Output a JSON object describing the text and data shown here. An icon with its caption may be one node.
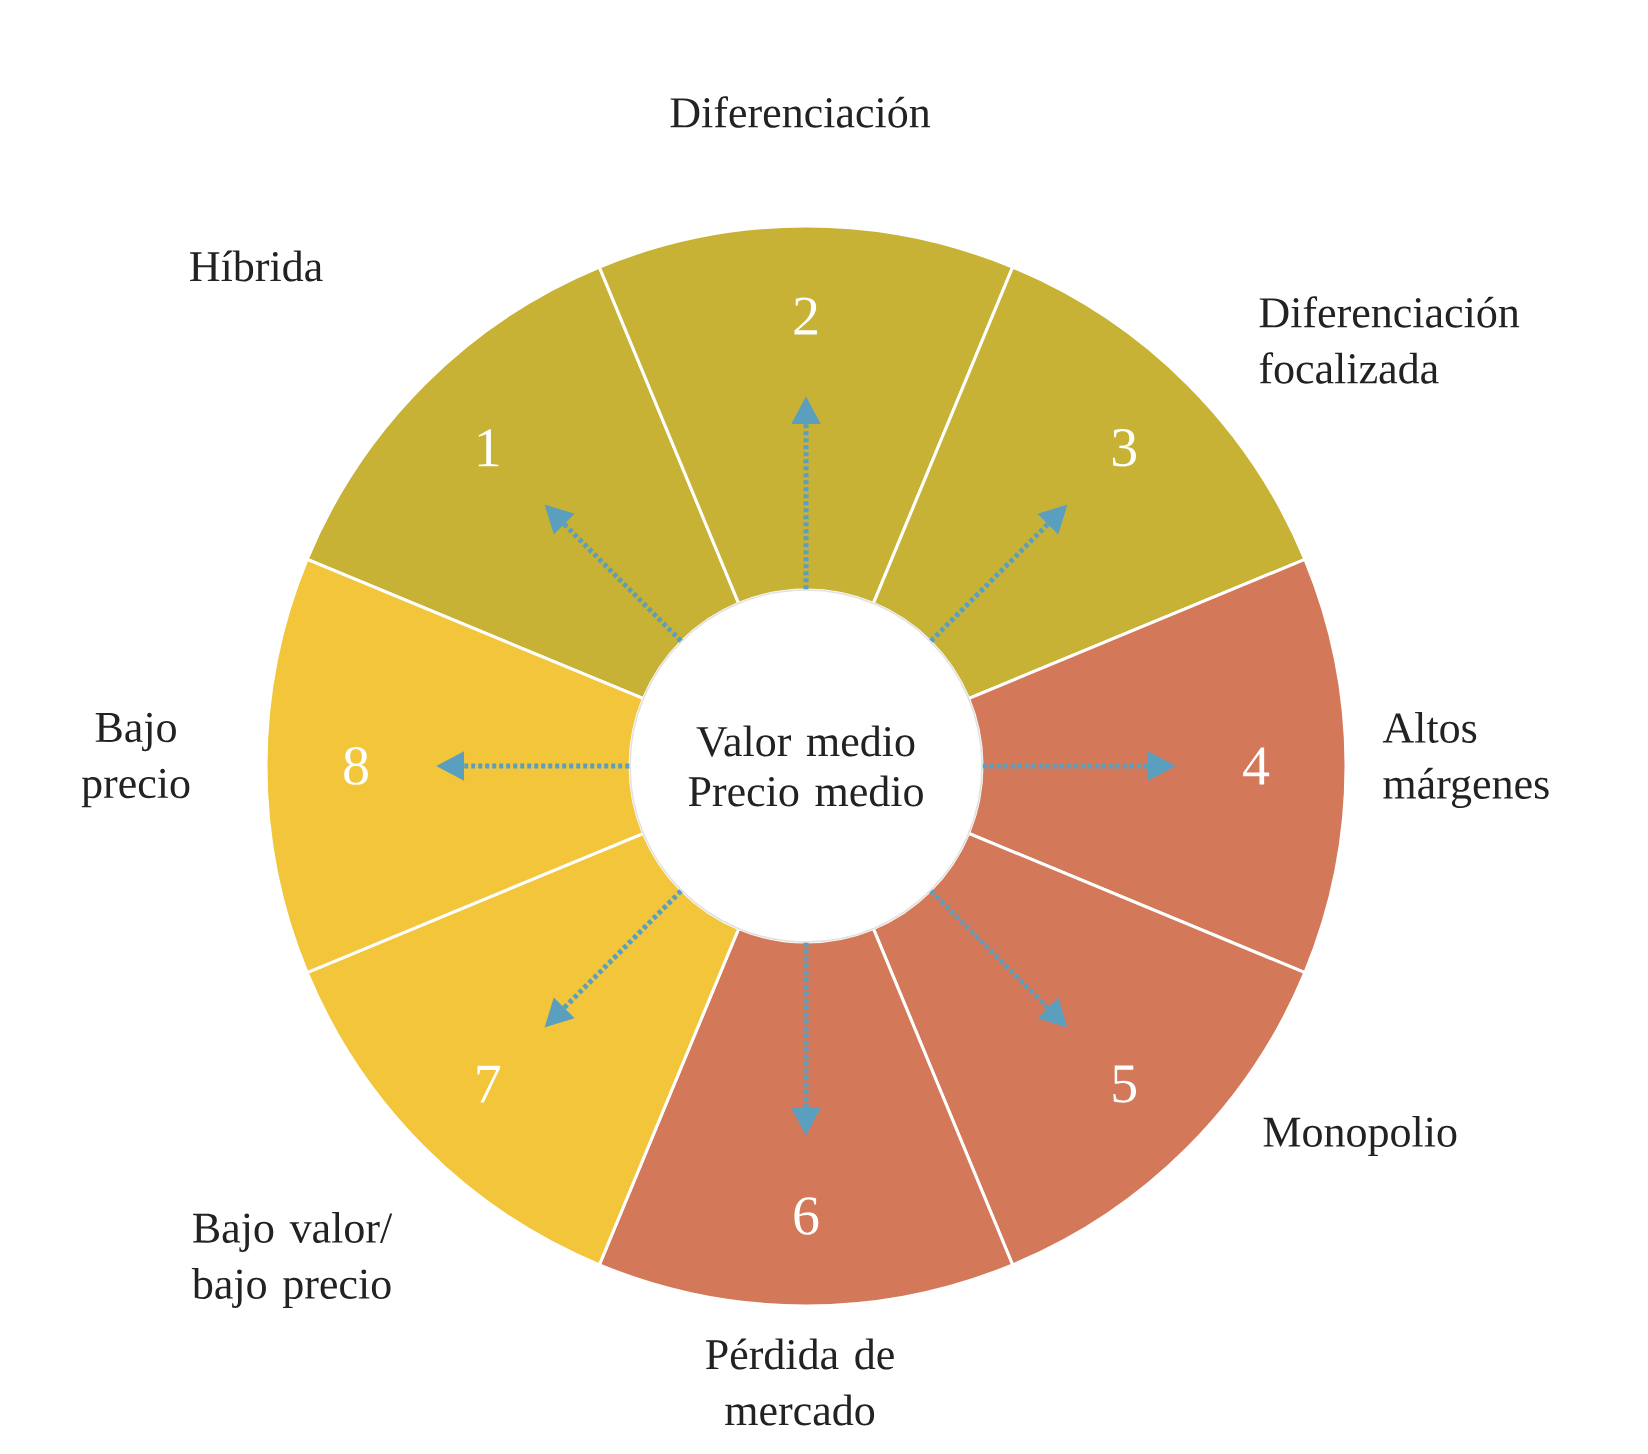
{
  "diagram": {
    "nodes": [
      {
        "text": [
          "Valor medio Precio medio"
        ]
      },
      {
        "text": [
          "1"
        ],
        "beside": [
          "Híbrida"
        ]
      },
      {
        "text": [
          "2"
        ],
        "beside": [
          "Diferenciación"
        ]
      },
      {
        "text": [
          "3"
        ],
        "beside": [
          "Diferenciación focalizada"
        ]
      },
      {
        "text": [
          "4"
        ],
        "beside": [
          "Altos márgenes"
        ]
      },
      {
        "text": [
          "5"
        ],
        "beside": [
          "Monopolio"
        ]
      },
      {
        "text": [
          "6"
        ],
        "beside": [
          "Pérdida de mercado"
        ]
      },
      {
        "text": [
          "7"
        ],
        "beside": [
          "Bajo valor/ bajo precio"
        ]
      },
      {
        "text": [
          "8"
        ],
        "beside": [
          "Bajo precio"
        ]
      }
    ],
    "edges": [
      {
        "from": 0,
        "to": 1,
        "arrow": "to"
      },
      {
        "from": 0,
        "to": 2,
        "arrow": "to"
      },
      {
        "from": 0,
        "to": 3,
        "arrow": "to"
      },
      {
        "from": 0,
        "to": 4,
        "arrow": "to"
      },
      {
        "from": 0,
        "to": 5,
        "arrow": "to"
      },
      {
        "from": 0,
        "to": 6,
        "arrow": "to"
      },
      {
        "from": 0,
        "to": 7,
        "arrow": "to"
      },
      {
        "from": 0,
        "to": 8,
        "arrow": "to"
      }
    ]
  }
}
